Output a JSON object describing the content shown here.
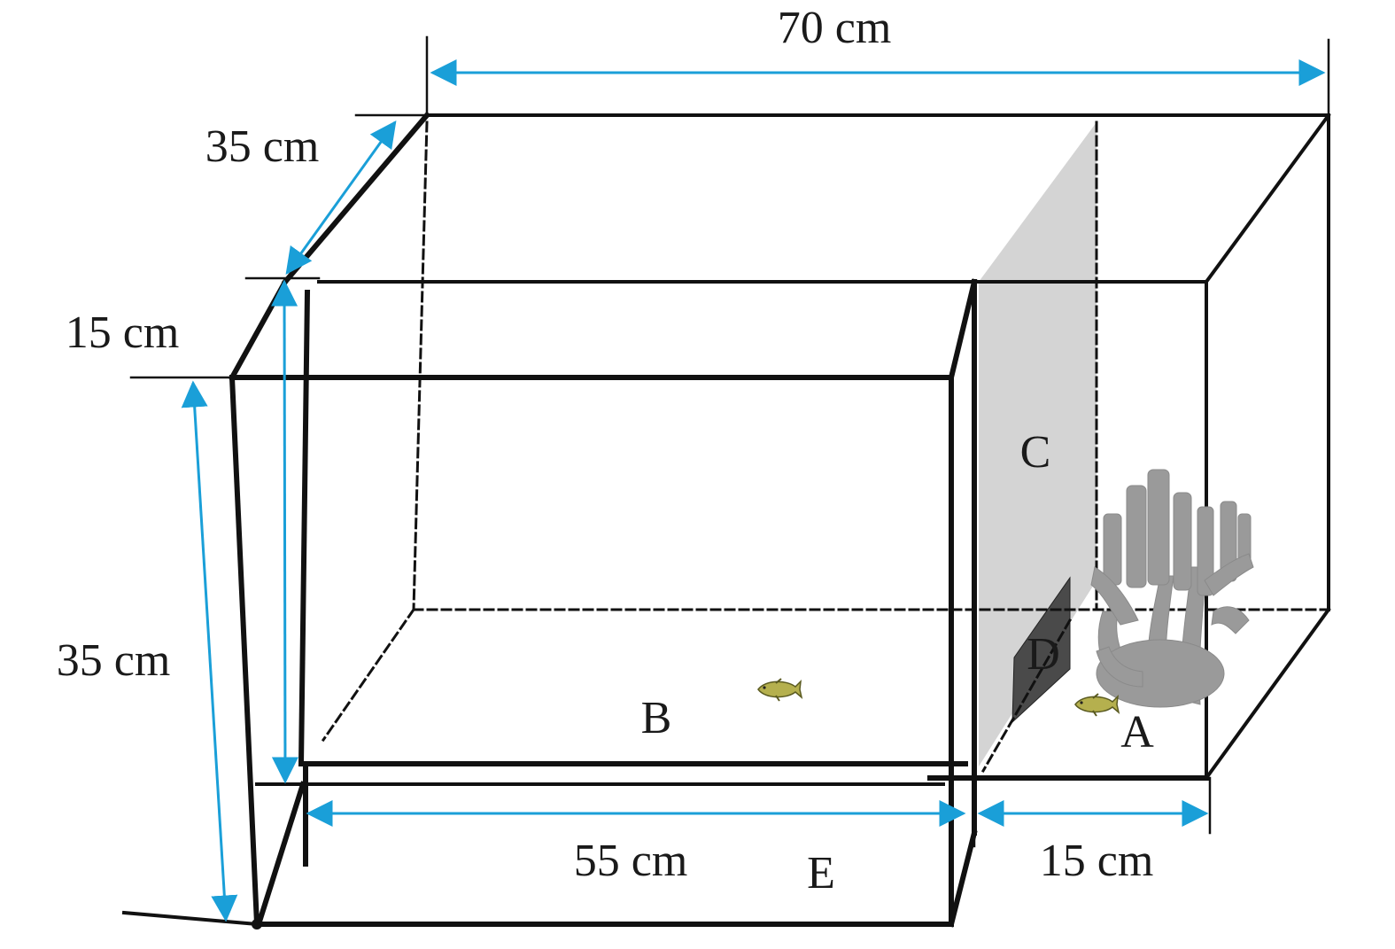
{
  "colors": {
    "dimension_arrow": "#1a9fd8",
    "divider_panel": "#d4d4d4",
    "door_opening": "#4a4a4a",
    "coral": "#9a9a9a",
    "fish_body": "#b5b04e",
    "fish_outline": "#5a5a20",
    "frame": "#111111"
  },
  "dimensions": {
    "top_length": "70 cm",
    "top_depth": "35 cm",
    "frame_offset": "15 cm",
    "height": "35 cm",
    "bottom_length_b": "55 cm",
    "bottom_length_a": "15 cm"
  },
  "compartment_labels": {
    "a": "A",
    "b": "B",
    "c": "C",
    "d": "D",
    "e": "E"
  },
  "icons": {
    "coral_shelter": "coral-icon",
    "fish": "fish-icon"
  }
}
